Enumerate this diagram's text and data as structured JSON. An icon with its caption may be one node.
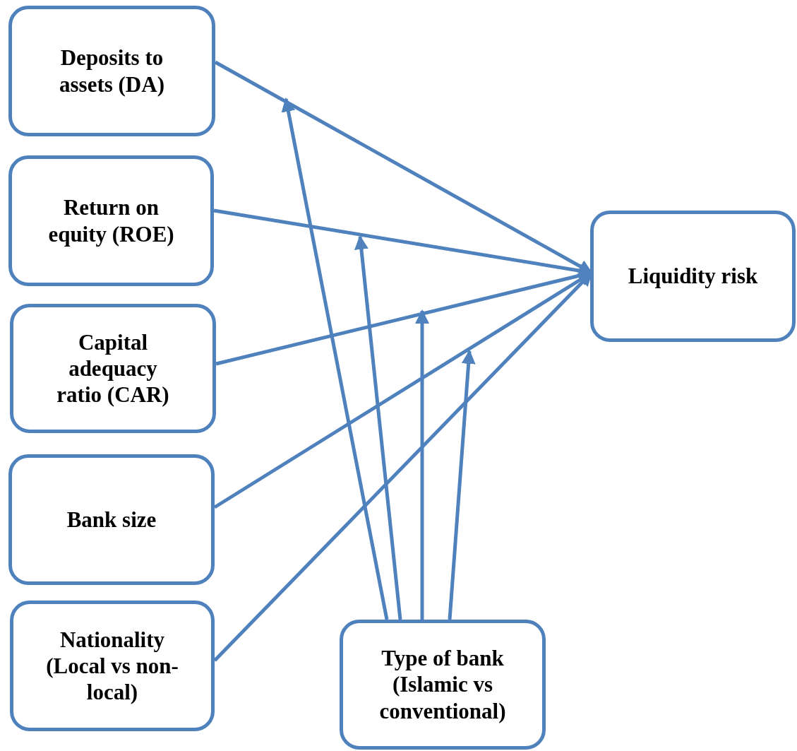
{
  "diagram": {
    "nodes": [
      {
        "text": [
          "Deposits to assets (DA)"
        ]
      },
      {
        "text": [
          "Return on equity (ROE)"
        ]
      },
      {
        "text": [
          "Capital adequacy ratio (CAR)"
        ]
      },
      {
        "text": [
          "Bank size"
        ]
      },
      {
        "text": [
          "Nationality (Local vs non-local)"
        ]
      },
      {
        "text": [
          "Liquidity risk"
        ]
      },
      {
        "text": [
          "Type of bank (Islamic vs conventional)"
        ]
      }
    ],
    "edges": [
      {
        "from": 0,
        "to": 5,
        "arrow": "to"
      },
      {
        "from": 1,
        "to": 5,
        "arrow": "to"
      },
      {
        "from": 2,
        "to": 5,
        "arrow": "to"
      },
      {
        "from": 3,
        "to": 5,
        "arrow": "to"
      },
      {
        "from": 4,
        "to": 5,
        "arrow": "to"
      },
      {
        "from": 6,
        "to": null,
        "arrow": "to"
      },
      {
        "from": 6,
        "to": null,
        "arrow": "to"
      },
      {
        "from": 6,
        "to": null,
        "arrow": "to"
      },
      {
        "from": 6,
        "to": null,
        "arrow": "to"
      }
    ]
  }
}
